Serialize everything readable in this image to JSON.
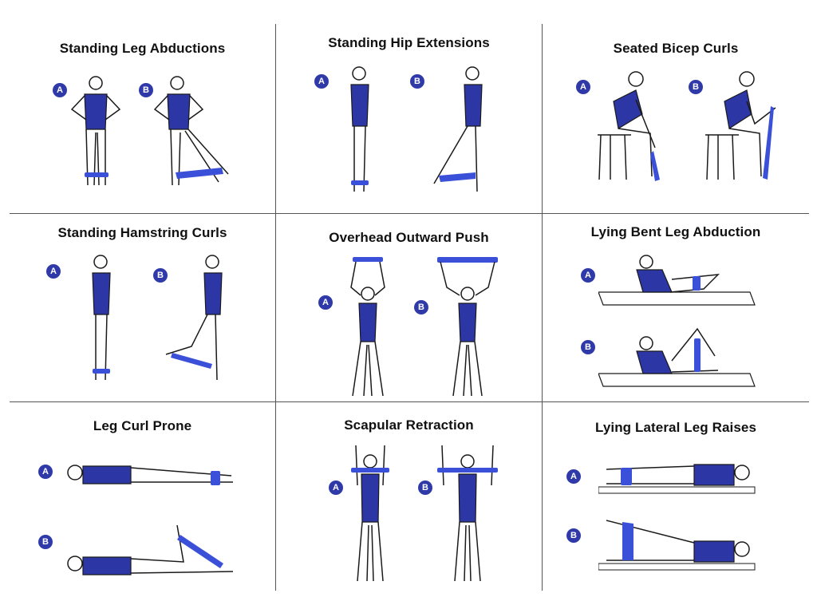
{
  "colors": {
    "shirt": "#2d36a5",
    "band": "#3b50d8",
    "line": "#1a1a1a",
    "badge": "#2f3aa8"
  },
  "exercises": [
    {
      "title": "Standing Leg Abductions",
      "a": "A",
      "b": "B"
    },
    {
      "title": "Standing Hip Extensions",
      "a": "A",
      "b": "B"
    },
    {
      "title": "Seated Bicep Curls",
      "a": "A",
      "b": "B"
    },
    {
      "title": "Standing Hamstring Curls",
      "a": "A",
      "b": "B"
    },
    {
      "title": "Overhead Outward Push",
      "a": "A",
      "b": "B"
    },
    {
      "title": "Lying Bent Leg Abduction",
      "a": "A",
      "b": "B"
    },
    {
      "title": "Leg Curl Prone",
      "a": "A",
      "b": "B"
    },
    {
      "title": "Scapular Retraction",
      "a": "A",
      "b": "B"
    },
    {
      "title": "Lying Lateral Leg Raises",
      "a": "A",
      "b": "B"
    }
  ]
}
